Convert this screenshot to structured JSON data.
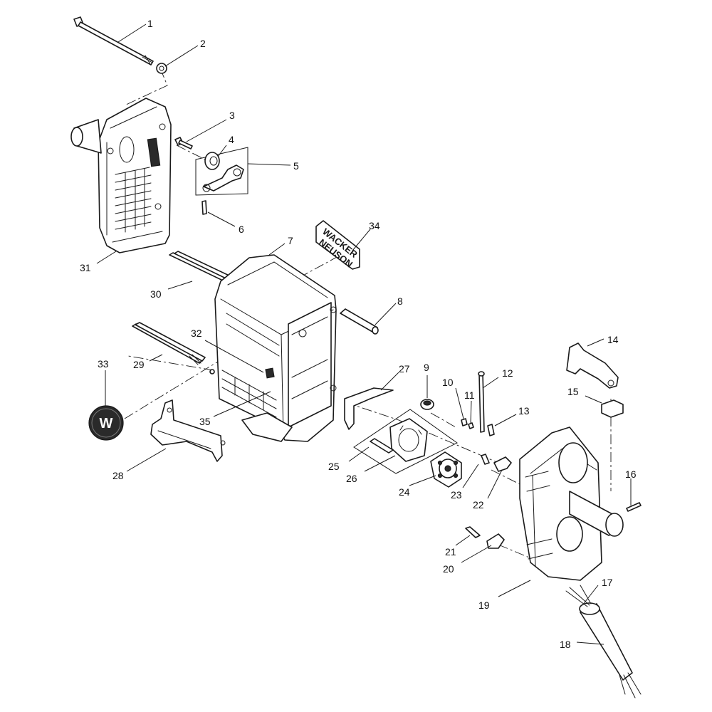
{
  "diagram": {
    "callouts": [
      "1",
      "2",
      "3",
      "4",
      "5",
      "6",
      "7",
      "8",
      "9",
      "10",
      "11",
      "12",
      "13",
      "14",
      "15",
      "16",
      "17",
      "18",
      "19",
      "20",
      "21",
      "22",
      "23",
      "24",
      "25",
      "26",
      "27",
      "28",
      "29",
      "30",
      "31",
      "32",
      "33",
      "34",
      "35"
    ],
    "decal_text": [
      "WACKER",
      "NEUSON"
    ],
    "emblem_text": "W"
  }
}
